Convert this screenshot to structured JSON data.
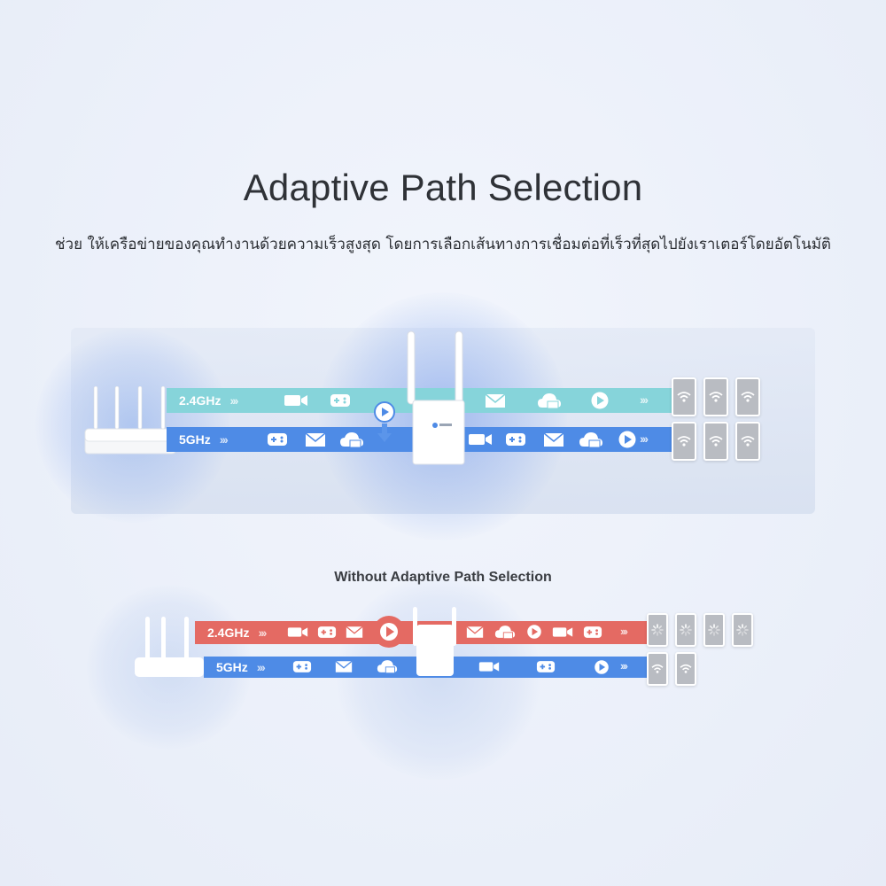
{
  "title": "Adaptive Path Selection",
  "subtitle": "ช่วย ให้เครือข่ายของคุณทำงานด้วยความเร็วสูงสุด โดยการเลือกเส้นทางการเชื่อมต่อที่เร็วที่สุดไปยังเราเตอร์โดยอัตโนมัติ",
  "with_aps": {
    "band_24": {
      "label": "2.4GHz",
      "color": "#86d4da"
    },
    "band_5": {
      "label": "5GHz",
      "color": "#4e8be6"
    }
  },
  "without_aps": {
    "heading": "Without Adaptive Path Selection",
    "band_24": {
      "label": "2.4GHz",
      "color": "#e46a63"
    },
    "band_5": {
      "label": "5GHz",
      "color": "#4e8be6"
    }
  },
  "icons": [
    "video-icon",
    "gamepad-icon",
    "mail-icon",
    "cloud-icon",
    "play-icon",
    "wifi-icon",
    "loading-icon",
    "router-icon",
    "extender-icon",
    "phone-icon"
  ]
}
